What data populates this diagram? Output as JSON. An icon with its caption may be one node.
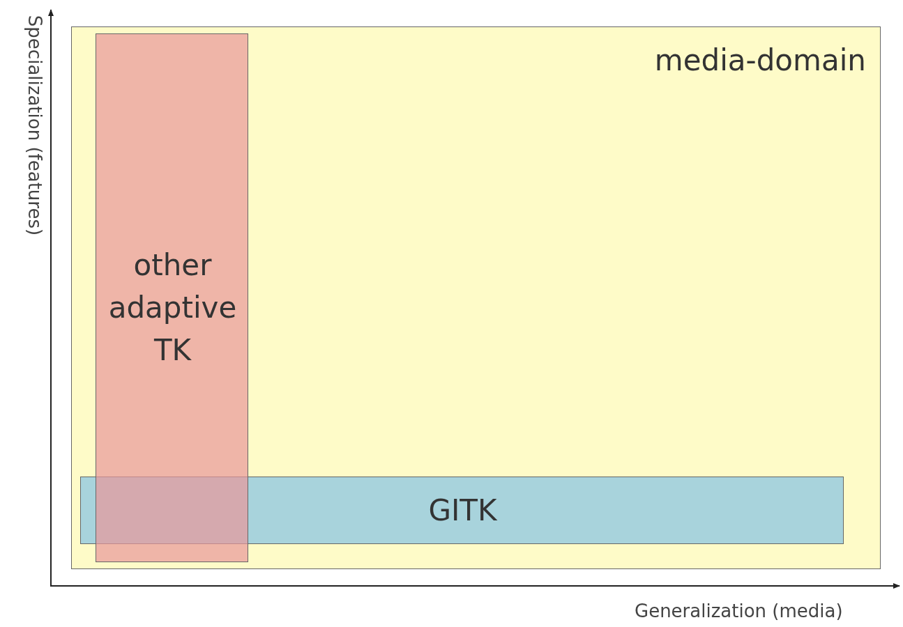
{
  "diagram": {
    "nodes": [
      {
        "text": [
          "media-domain"
        ]
      },
      {
        "text": [
          "other adaptive TK"
        ],
        "in": 0
      },
      {
        "text": [
          "GITK"
        ],
        "in": 0
      }
    ],
    "labels": [
      "Specialization (features)",
      "Generalization (media)"
    ]
  }
}
